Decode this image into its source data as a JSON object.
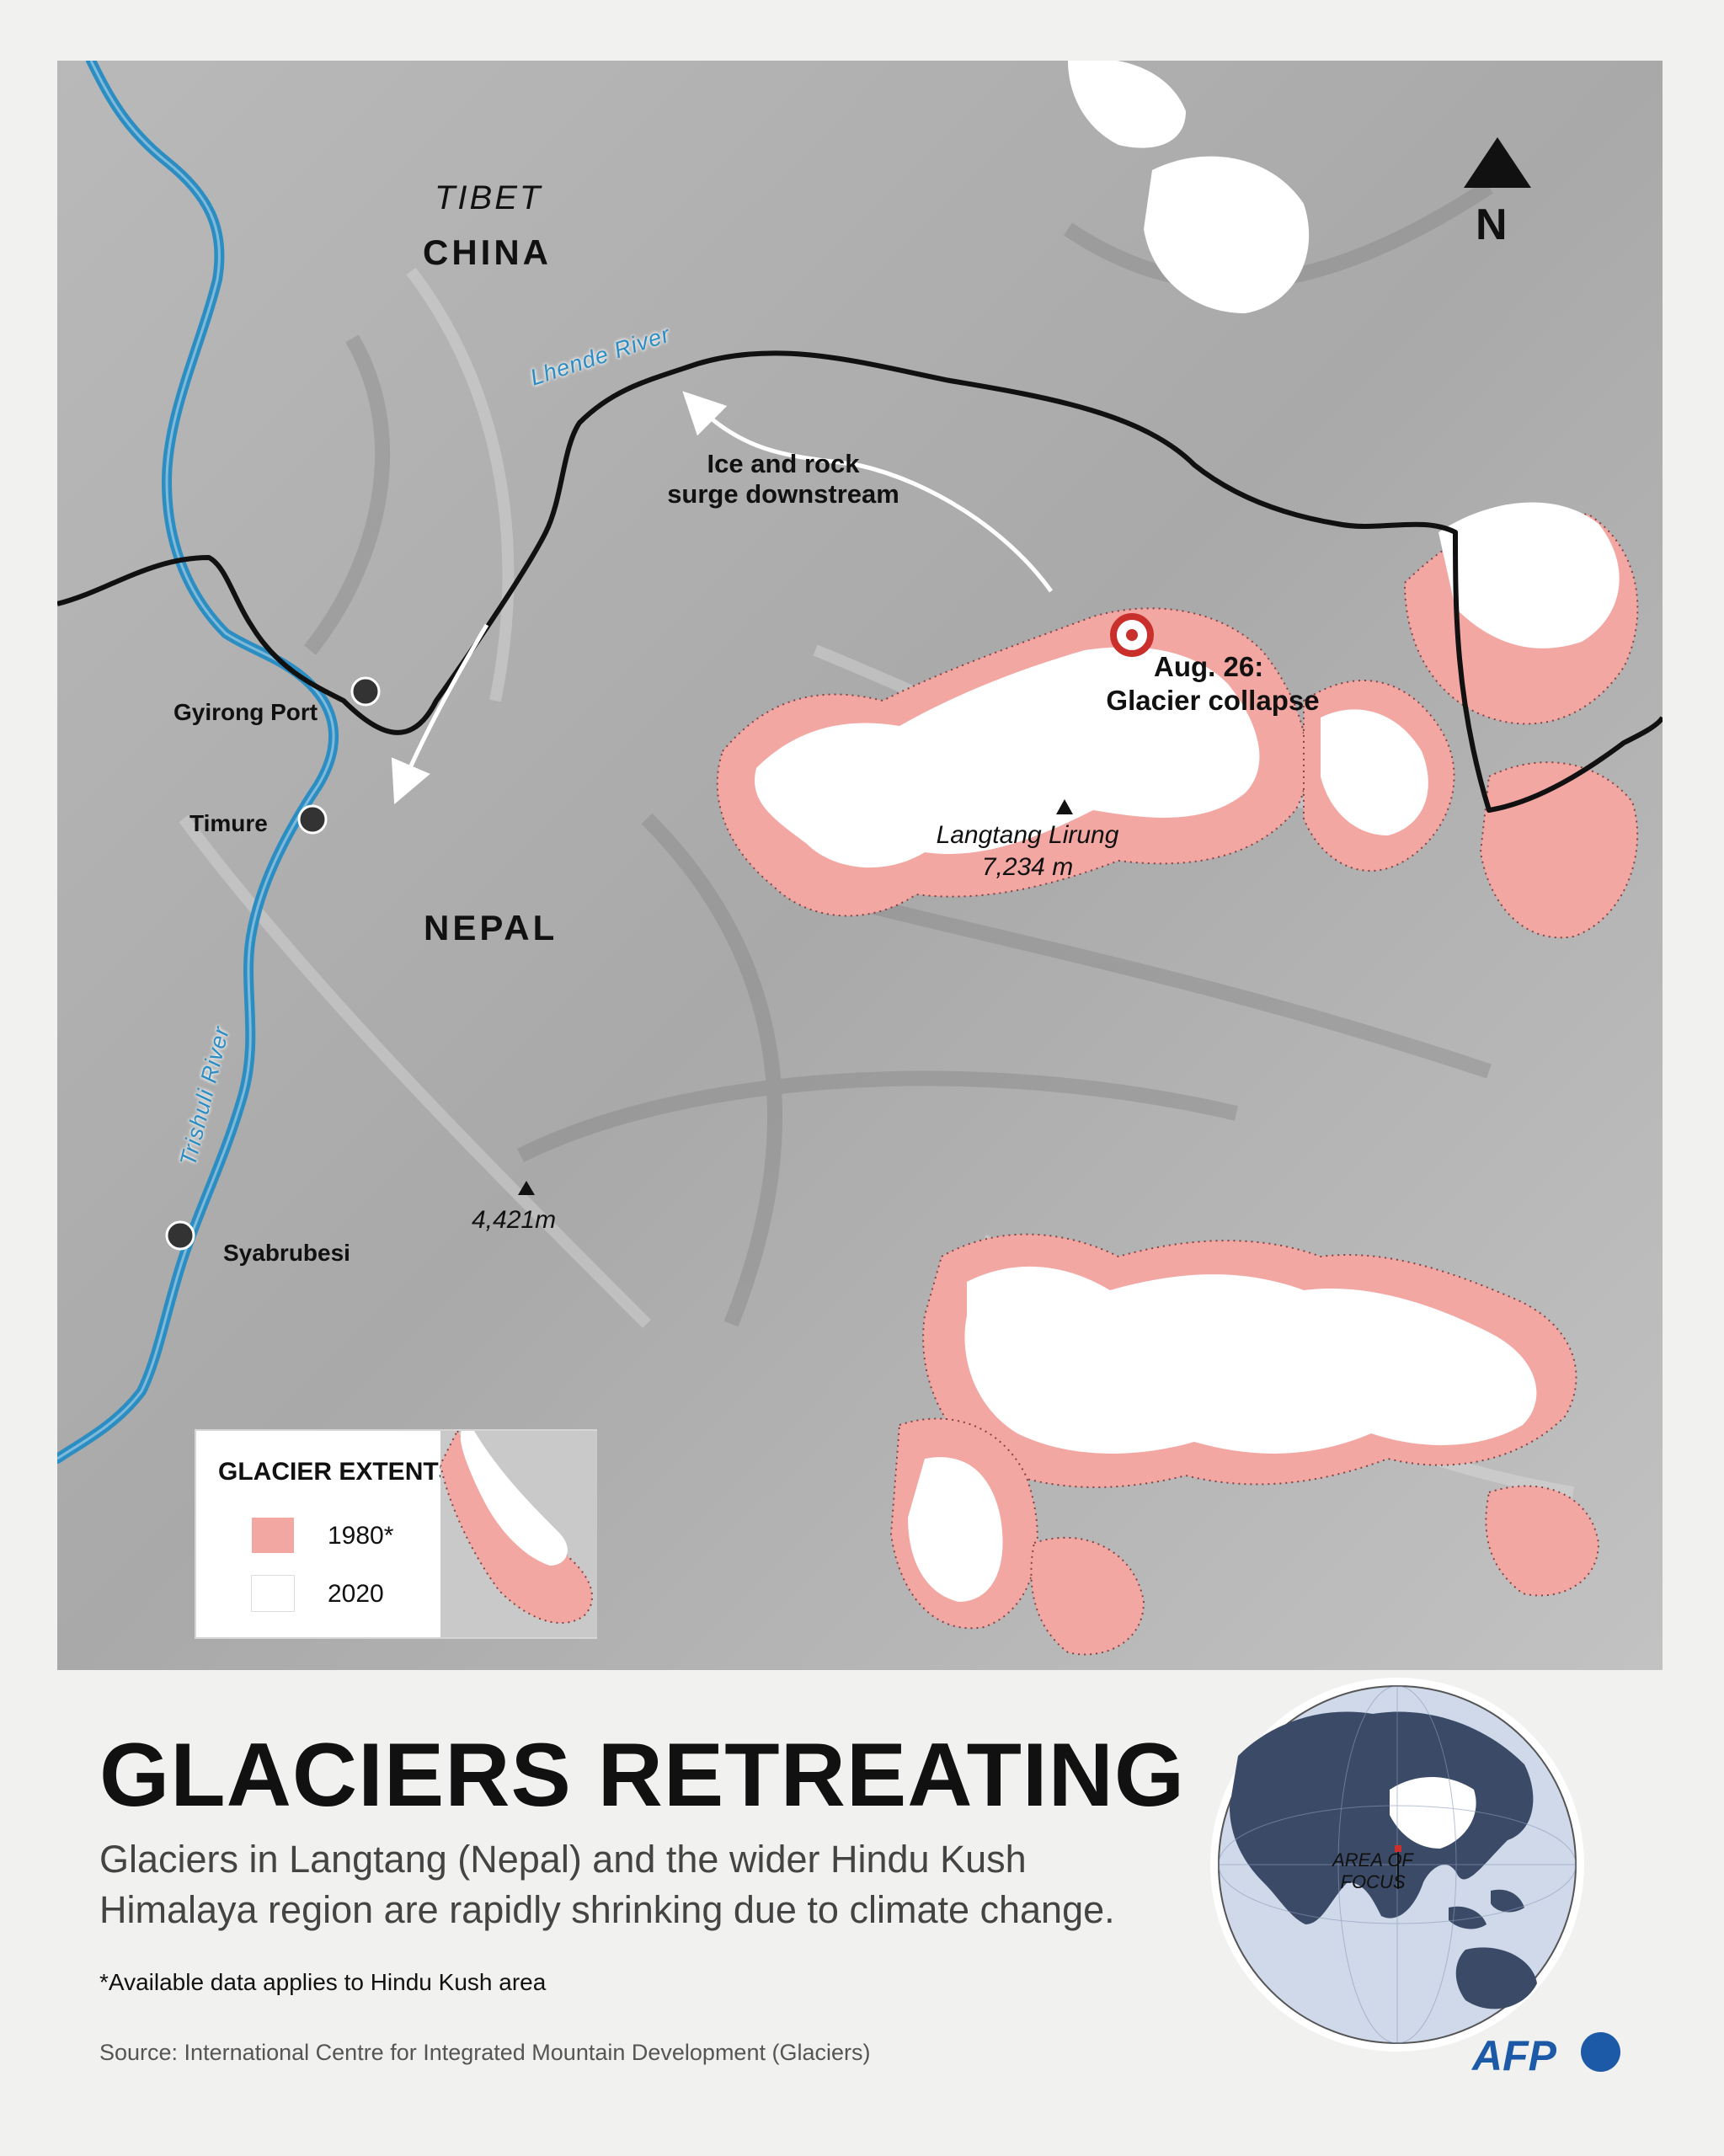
{
  "map": {
    "regions": {
      "tibet": "TIBET",
      "china": "CHINA",
      "nepal": "NEPAL"
    },
    "places": {
      "gyirong_port": "Gyirong Port",
      "timure": "Timure",
      "syabrubesi": "Syabrubesi"
    },
    "rivers": {
      "lhende": "Lhende River",
      "trishuli": "Trishuli River"
    },
    "peaks": {
      "langtang_name": "Langtang Lirung",
      "langtang_elev": "7,234 m",
      "minor_elev": "4,421m"
    },
    "annotations": {
      "surge_line1": "Ice and rock",
      "surge_line2": "surge downstream",
      "collapse_line1": "Aug. 26:",
      "collapse_line2": "Glacier collapse"
    },
    "north_label": "N"
  },
  "legend": {
    "title": "GLACIER EXTENTS",
    "items": [
      {
        "label": "1980*",
        "color": "#f3a7a2"
      },
      {
        "label": "2020",
        "color": "#ffffff"
      }
    ]
  },
  "globe": {
    "label_line1": "AREA OF",
    "label_line2": "FOCUS"
  },
  "colors": {
    "river": "#2b8dc2",
    "glacier_1980": "#f3a7a2",
    "glacier_2020": "#ffffff",
    "collapse_marker": "#c9302c",
    "brand": "#1c5aa8"
  },
  "title": "GLACIERS RETREATING",
  "description": "Glaciers in Langtang (Nepal) and the wider Hindu Kush Himalaya region are rapidly shrinking due to climate change.",
  "footnote": "*Available data applies to Hindu Kush area",
  "source": "Source: International Centre for Integrated Mountain Development (Glaciers)",
  "brand": "AFP"
}
